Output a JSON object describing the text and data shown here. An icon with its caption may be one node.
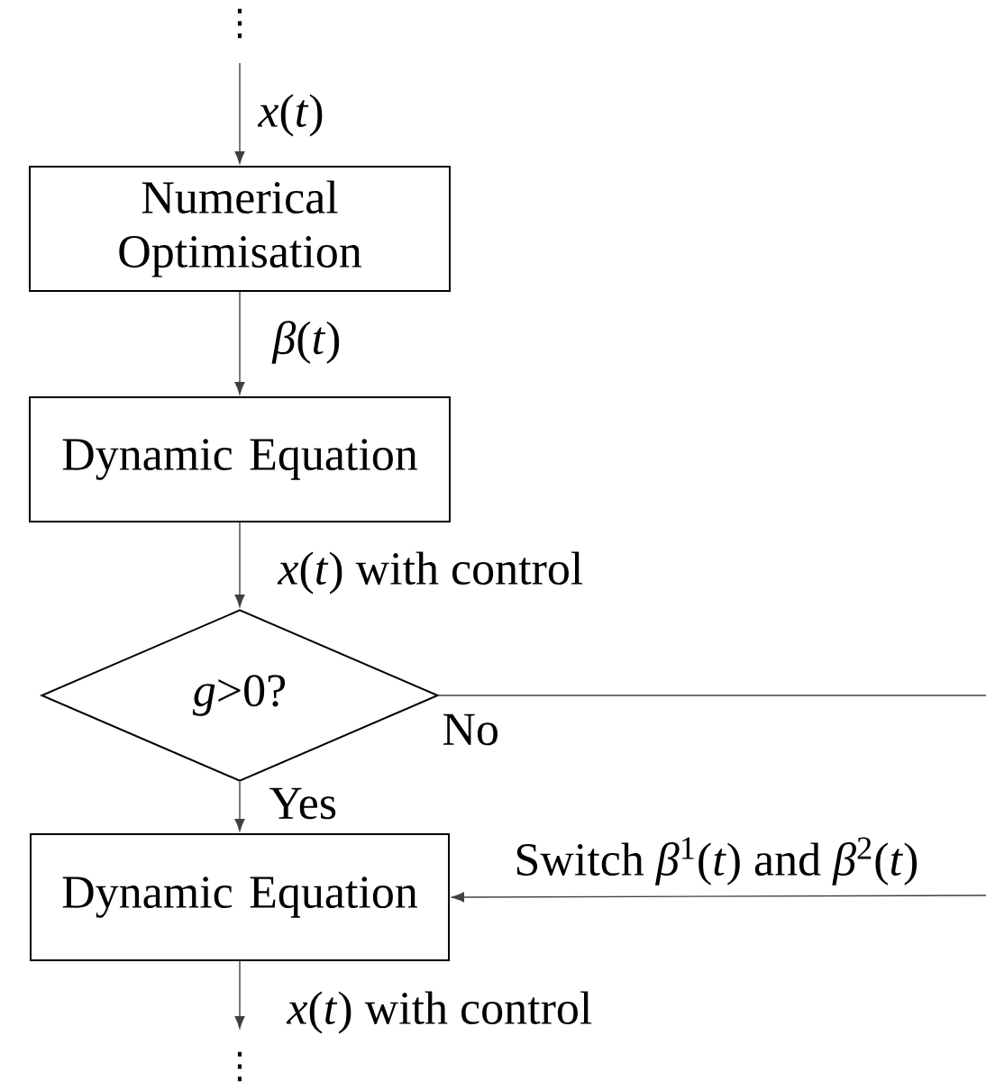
{
  "diagram": {
    "nodes": [
      {
        "text": [
          "Numerical Optimisation"
        ]
      },
      {
        "text": [
          "Dynamic Equation"
        ]
      },
      {
        "text": [
          "*g*>0?"
        ]
      },
      {
        "text": [
          "Dynamic Equation"
        ]
      }
    ],
    "edges": [
      {
        "from": null,
        "to": 0,
        "arrow": "to",
        "label": "*x*(*t*)"
      },
      {
        "from": 0,
        "to": 1,
        "arrow": "to",
        "label": "*β*(*t*)"
      },
      {
        "from": 1,
        "to": 2,
        "arrow": "to",
        "label": "*x*(*t*) with control"
      },
      {
        "from": 2,
        "to": 3,
        "arrow": "to",
        "label": "Yes"
      },
      {
        "from": 2,
        "to": null,
        "arrow": "none",
        "label": "No"
      },
      {
        "from": null,
        "to": 3,
        "arrow": "to",
        "label": "Switch *β*$^{1}$(*t*) and *β*$^{2}$(*t*)"
      },
      {
        "from": 3,
        "to": null,
        "arrow": "to",
        "label": "*x*(*t*) with control"
      }
    ],
    "labels": [
      "⋮",
      "⋮"
    ]
  }
}
